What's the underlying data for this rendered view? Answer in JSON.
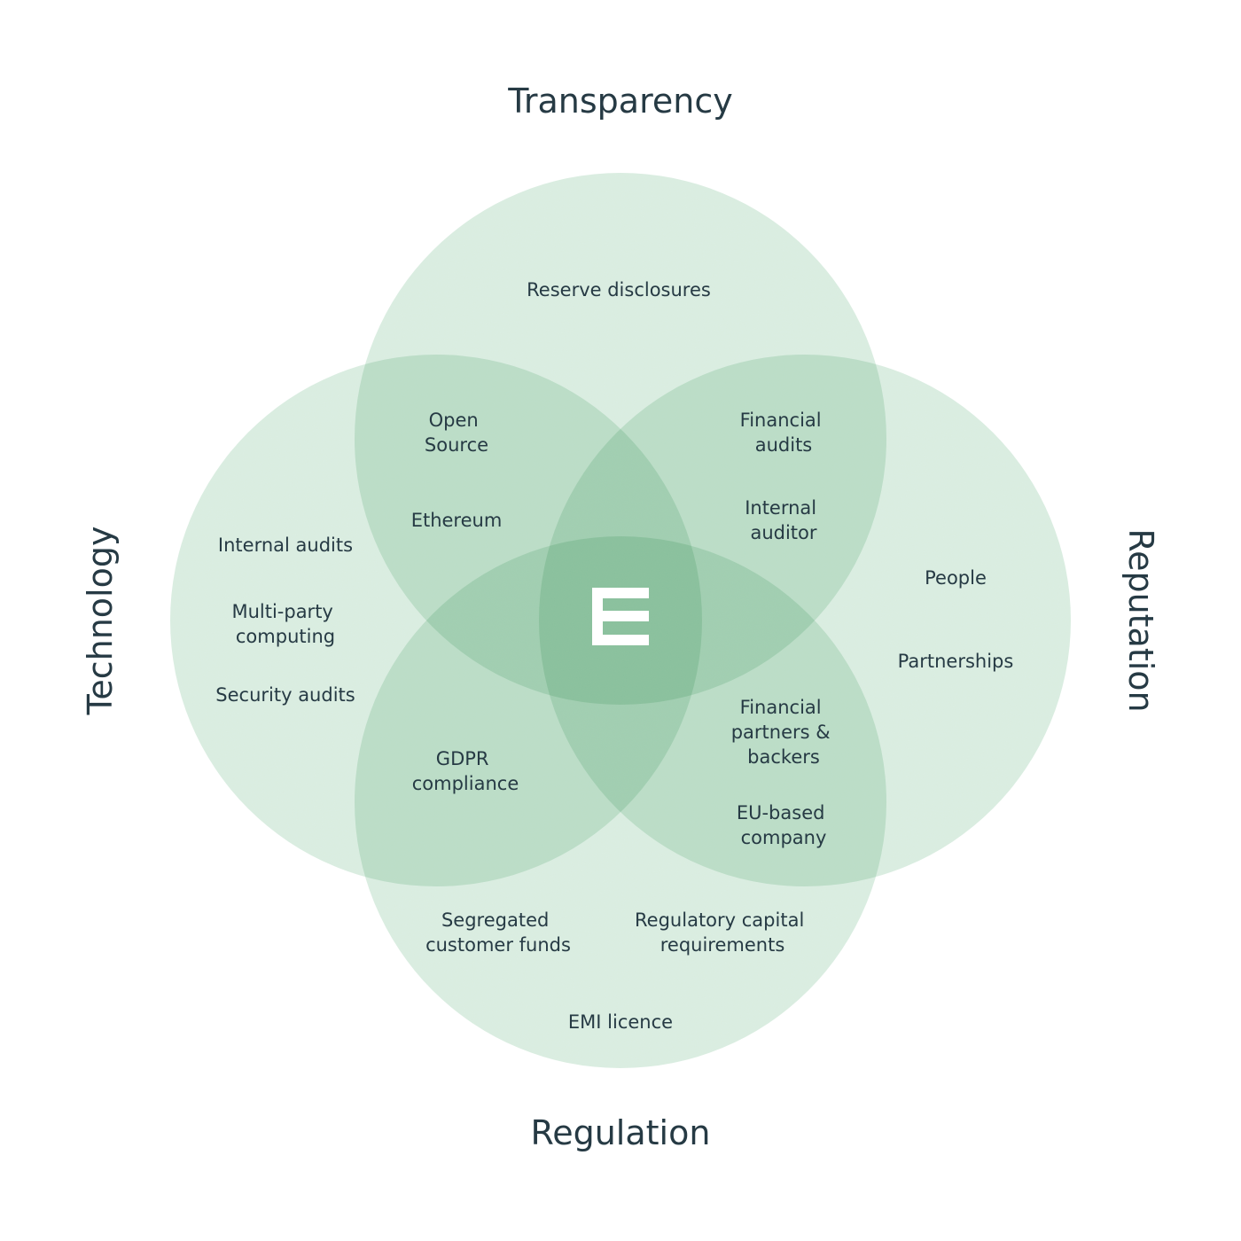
{
  "colors": {
    "circle_fill": "#dbeee2",
    "text": "#263a44",
    "logo": "#ffffff",
    "background": "#ffffff"
  },
  "headings": {
    "top": "Transparency",
    "left": "Technology",
    "right": "Reputation",
    "bottom": "Regulation"
  },
  "regions": {
    "transparency": [
      "Reserve disclosures"
    ],
    "technology": [
      "Internal audits",
      "Multi-party computing",
      "Security audits"
    ],
    "reputation": [
      "People",
      "Partnerships"
    ],
    "regulation": [
      "EMI licence"
    ],
    "transparency_technology": [
      "Open Source",
      "Ethereum"
    ],
    "transparency_reputation": [
      "Financial audits",
      "Internal auditor"
    ],
    "technology_regulation": [
      "GDPR compliance"
    ],
    "reputation_regulation": [
      "Financial partners & backers",
      "EU-based company"
    ],
    "regulation_bottom": [
      "Segregated customer funds",
      "Regulatory capital requirements"
    ]
  },
  "center": {
    "logo_icon": "stacked-bars-logo-icon"
  }
}
